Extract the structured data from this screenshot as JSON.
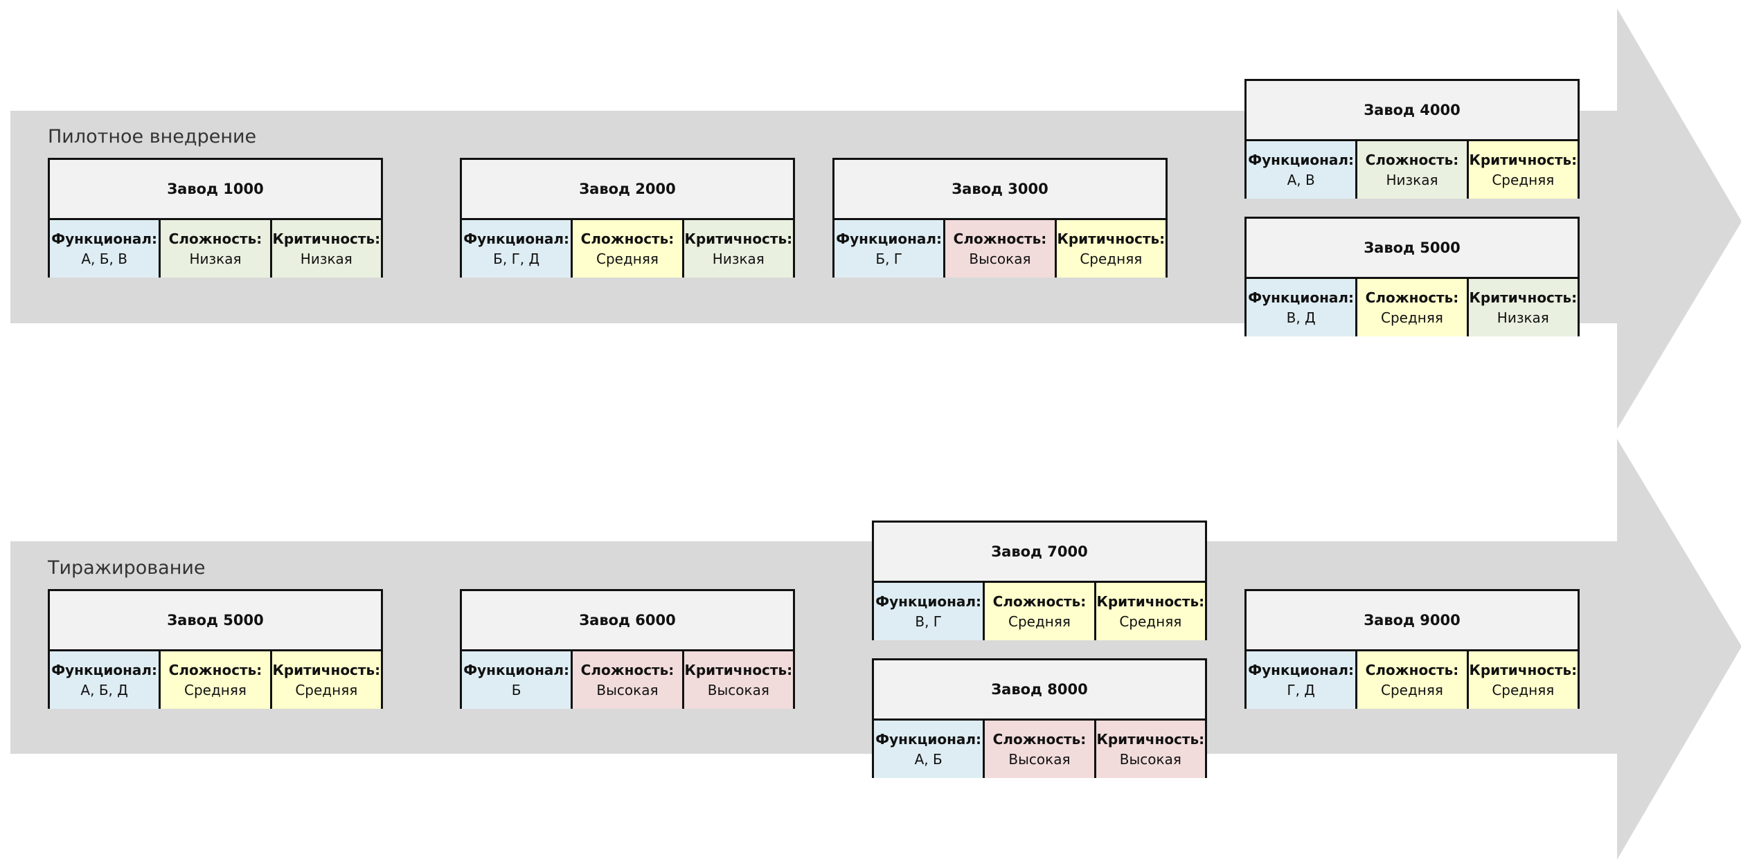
{
  "sections": [
    {
      "label": "Пилотное внедрение",
      "plants": [
        {
          "name": "Завод 1000",
          "func": "А, Б, В",
          "complexity": "Низкая",
          "criticality": "Низкая",
          "complexity_color": "#e9f0df",
          "criticality_color": "#e9f0df"
        },
        {
          "name": "Завод 2000",
          "func": "Б, Г, Д",
          "complexity": "Средняя",
          "criticality": "Низкая",
          "complexity_color": "#ffffcd",
          "criticality_color": "#e9f0df"
        },
        {
          "name": "Завод 3000",
          "func": "Б, Г",
          "complexity": "Высокая",
          "criticality": "Средняя",
          "complexity_color": "#f1dcdb",
          "criticality_color": "#ffffcd"
        },
        {
          "name": "Завод 4000",
          "func": "А, В",
          "complexity": "Низкая",
          "criticality": "Средняя",
          "complexity_color": "#e9f0df",
          "criticality_color": "#ffffcd"
        },
        {
          "name": "Завод 5000",
          "func": "В, Д",
          "complexity": "Средняя",
          "criticality": "Низкая",
          "complexity_color": "#ffffcd",
          "criticality_color": "#e9f0df"
        }
      ]
    },
    {
      "label": "Тиражирование",
      "plants": [
        {
          "name": "Завод 5000",
          "func": "А, Б, Д",
          "complexity": "Средняя",
          "criticality": "Средняя",
          "complexity_color": "#ffffcd",
          "criticality_color": "#ffffcd"
        },
        {
          "name": "Завод 6000",
          "func": "Б",
          "complexity": "Высокая",
          "criticality": "Высокая",
          "complexity_color": "#f1dcdb",
          "criticality_color": "#f1dcdb"
        },
        {
          "name": "Завод 7000",
          "func": "В, Г",
          "complexity": "Средняя",
          "criticality": "Средняя",
          "complexity_color": "#ffffcd",
          "criticality_color": "#ffffcd"
        },
        {
          "name": "Завод 8000",
          "func": "А, Б",
          "complexity": "Высокая",
          "criticality": "Высокая",
          "complexity_color": "#f1dcdb",
          "criticality_color": "#f1dcdb"
        },
        {
          "name": "Завод 9000",
          "func": "Г, Д",
          "complexity": "Средняя",
          "criticality": "Средняя",
          "complexity_color": "#ffffcd",
          "criticality_color": "#ffffcd"
        }
      ]
    }
  ],
  "labels": {
    "func": "Функционал:",
    "complexity": "Сложность:",
    "criticality": "Критичность:"
  },
  "colors": {
    "arrow": "#d9d9d9",
    "header": "#f2f2f2",
    "func_cell": "#deedf3"
  }
}
